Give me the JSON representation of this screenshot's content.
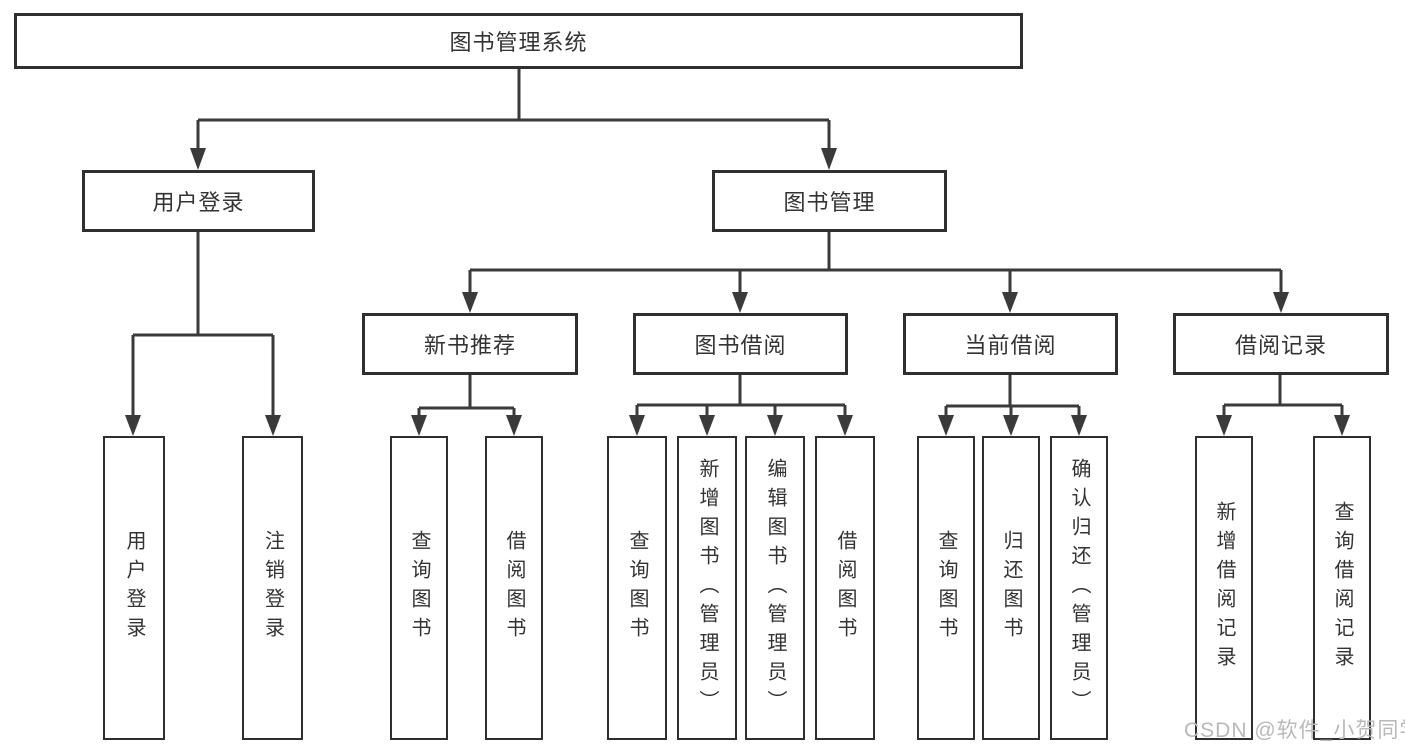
{
  "tree": {
    "label": "图书管理系统",
    "children": [
      {
        "label": "用户登录",
        "children": [
          {
            "label": "用户登录"
          },
          {
            "label": "注销登录"
          }
        ]
      },
      {
        "label": "图书管理",
        "children": [
          {
            "label": "新书推荐",
            "children": [
              {
                "label": "查询图书"
              },
              {
                "label": "借阅图书"
              }
            ]
          },
          {
            "label": "图书借阅",
            "children": [
              {
                "label": "查询图书"
              },
              {
                "label": "新增图书（管理员）"
              },
              {
                "label": "编辑图书（管理员）"
              },
              {
                "label": "借阅图书"
              }
            ]
          },
          {
            "label": "当前借阅",
            "children": [
              {
                "label": "查询图书"
              },
              {
                "label": "归还图书"
              },
              {
                "label": "确认归还（管理员）"
              }
            ]
          },
          {
            "label": "借阅记录",
            "children": [
              {
                "label": "新增借阅记录"
              },
              {
                "label": "查询借阅记录"
              }
            ]
          }
        ]
      }
    ]
  },
  "watermark": {
    "text": "CSDN @软件_小贺同学"
  },
  "colors": {
    "background": "#ffffff",
    "box_border": "#2f2f2f",
    "connector_line": "#3a3a3a",
    "text": "#333333",
    "watermark_text": "#b9b9b9"
  }
}
